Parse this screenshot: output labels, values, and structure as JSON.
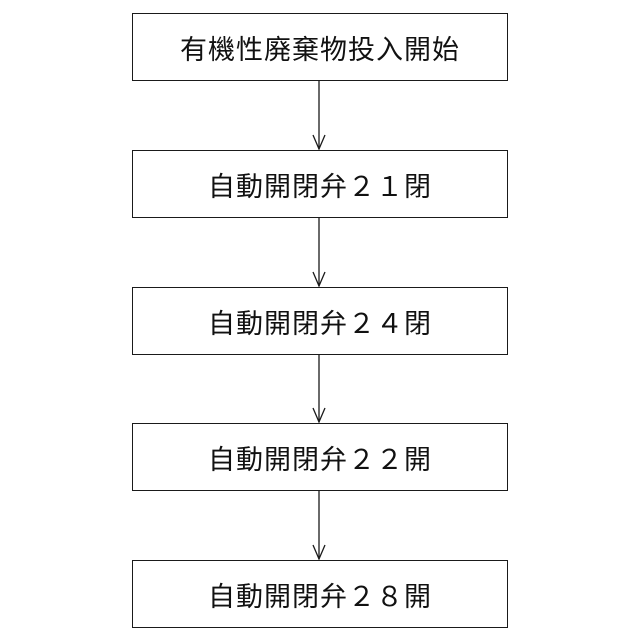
{
  "flow": {
    "steps": [
      {
        "label": "有機性廃棄物投入開始"
      },
      {
        "label": "自動開閉弁２１閉"
      },
      {
        "label": "自動開閉弁２４閉"
      },
      {
        "label": "自動開閉弁２２開"
      },
      {
        "label": "自動開閉弁２８開"
      }
    ]
  }
}
